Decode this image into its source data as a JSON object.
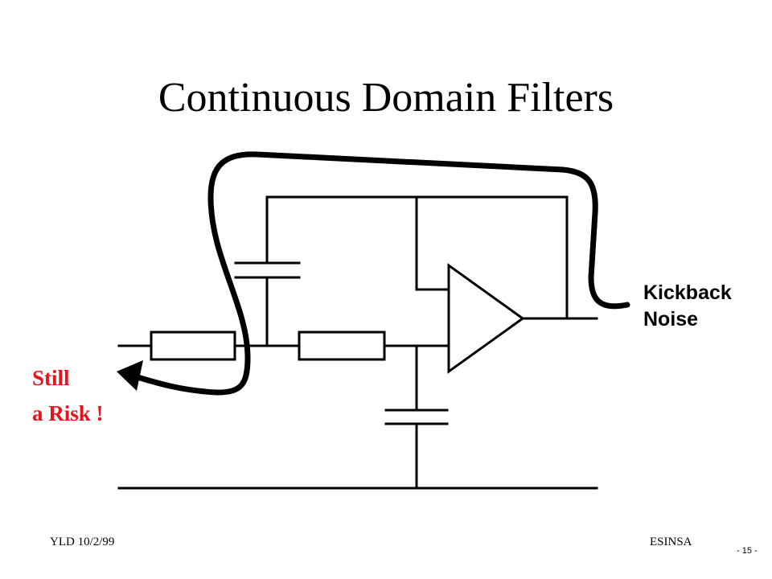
{
  "slide": {
    "title": "Continuous Domain Filters",
    "footer_left": "YLD 10/2/99",
    "footer_right": "ESINSA",
    "page_number": "- 15 -"
  },
  "annotations": {
    "kickback_line1": "Kickback",
    "kickback_line2": "Noise",
    "risk_line1": "Still",
    "risk_line2": "a Risk !"
  },
  "colors": {
    "wire": "#000000",
    "risk_text": "#e8141c",
    "annotation_text": "#000000"
  }
}
